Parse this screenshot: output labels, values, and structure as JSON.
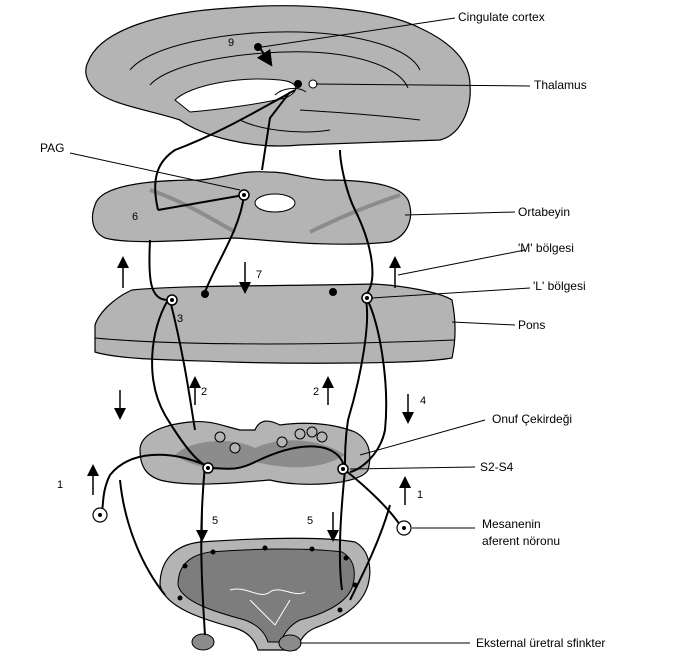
{
  "labels": {
    "cingulate": "Cingulate cortex",
    "thalamus": "Thalamus",
    "pag": "PAG",
    "ortabeyin": "Ortabeyin",
    "m_region": "'M' bölgesi",
    "l_region": "'L' bölgesi",
    "pons": "Pons",
    "onuf": "Onuf Çekirdeği",
    "s2s4": "S2-S4",
    "afferent_1": "Mesanenin",
    "afferent_2": "aferent nöronu",
    "sphincter": "Eksternal üretral sfinkter"
  },
  "numbers": {
    "n9": "9",
    "n6": "6",
    "n7": "7",
    "n3": "3",
    "n2a": "2",
    "n2b": "2",
    "n4": "4",
    "n1a": "1",
    "n1b": "1",
    "n5a": "5",
    "n5b": "5"
  },
  "colors": {
    "tissue": "#b4b4b4",
    "tissue_dark": "#8c8c8c",
    "bladder": "#7d7d7d",
    "outline": "#000000"
  }
}
